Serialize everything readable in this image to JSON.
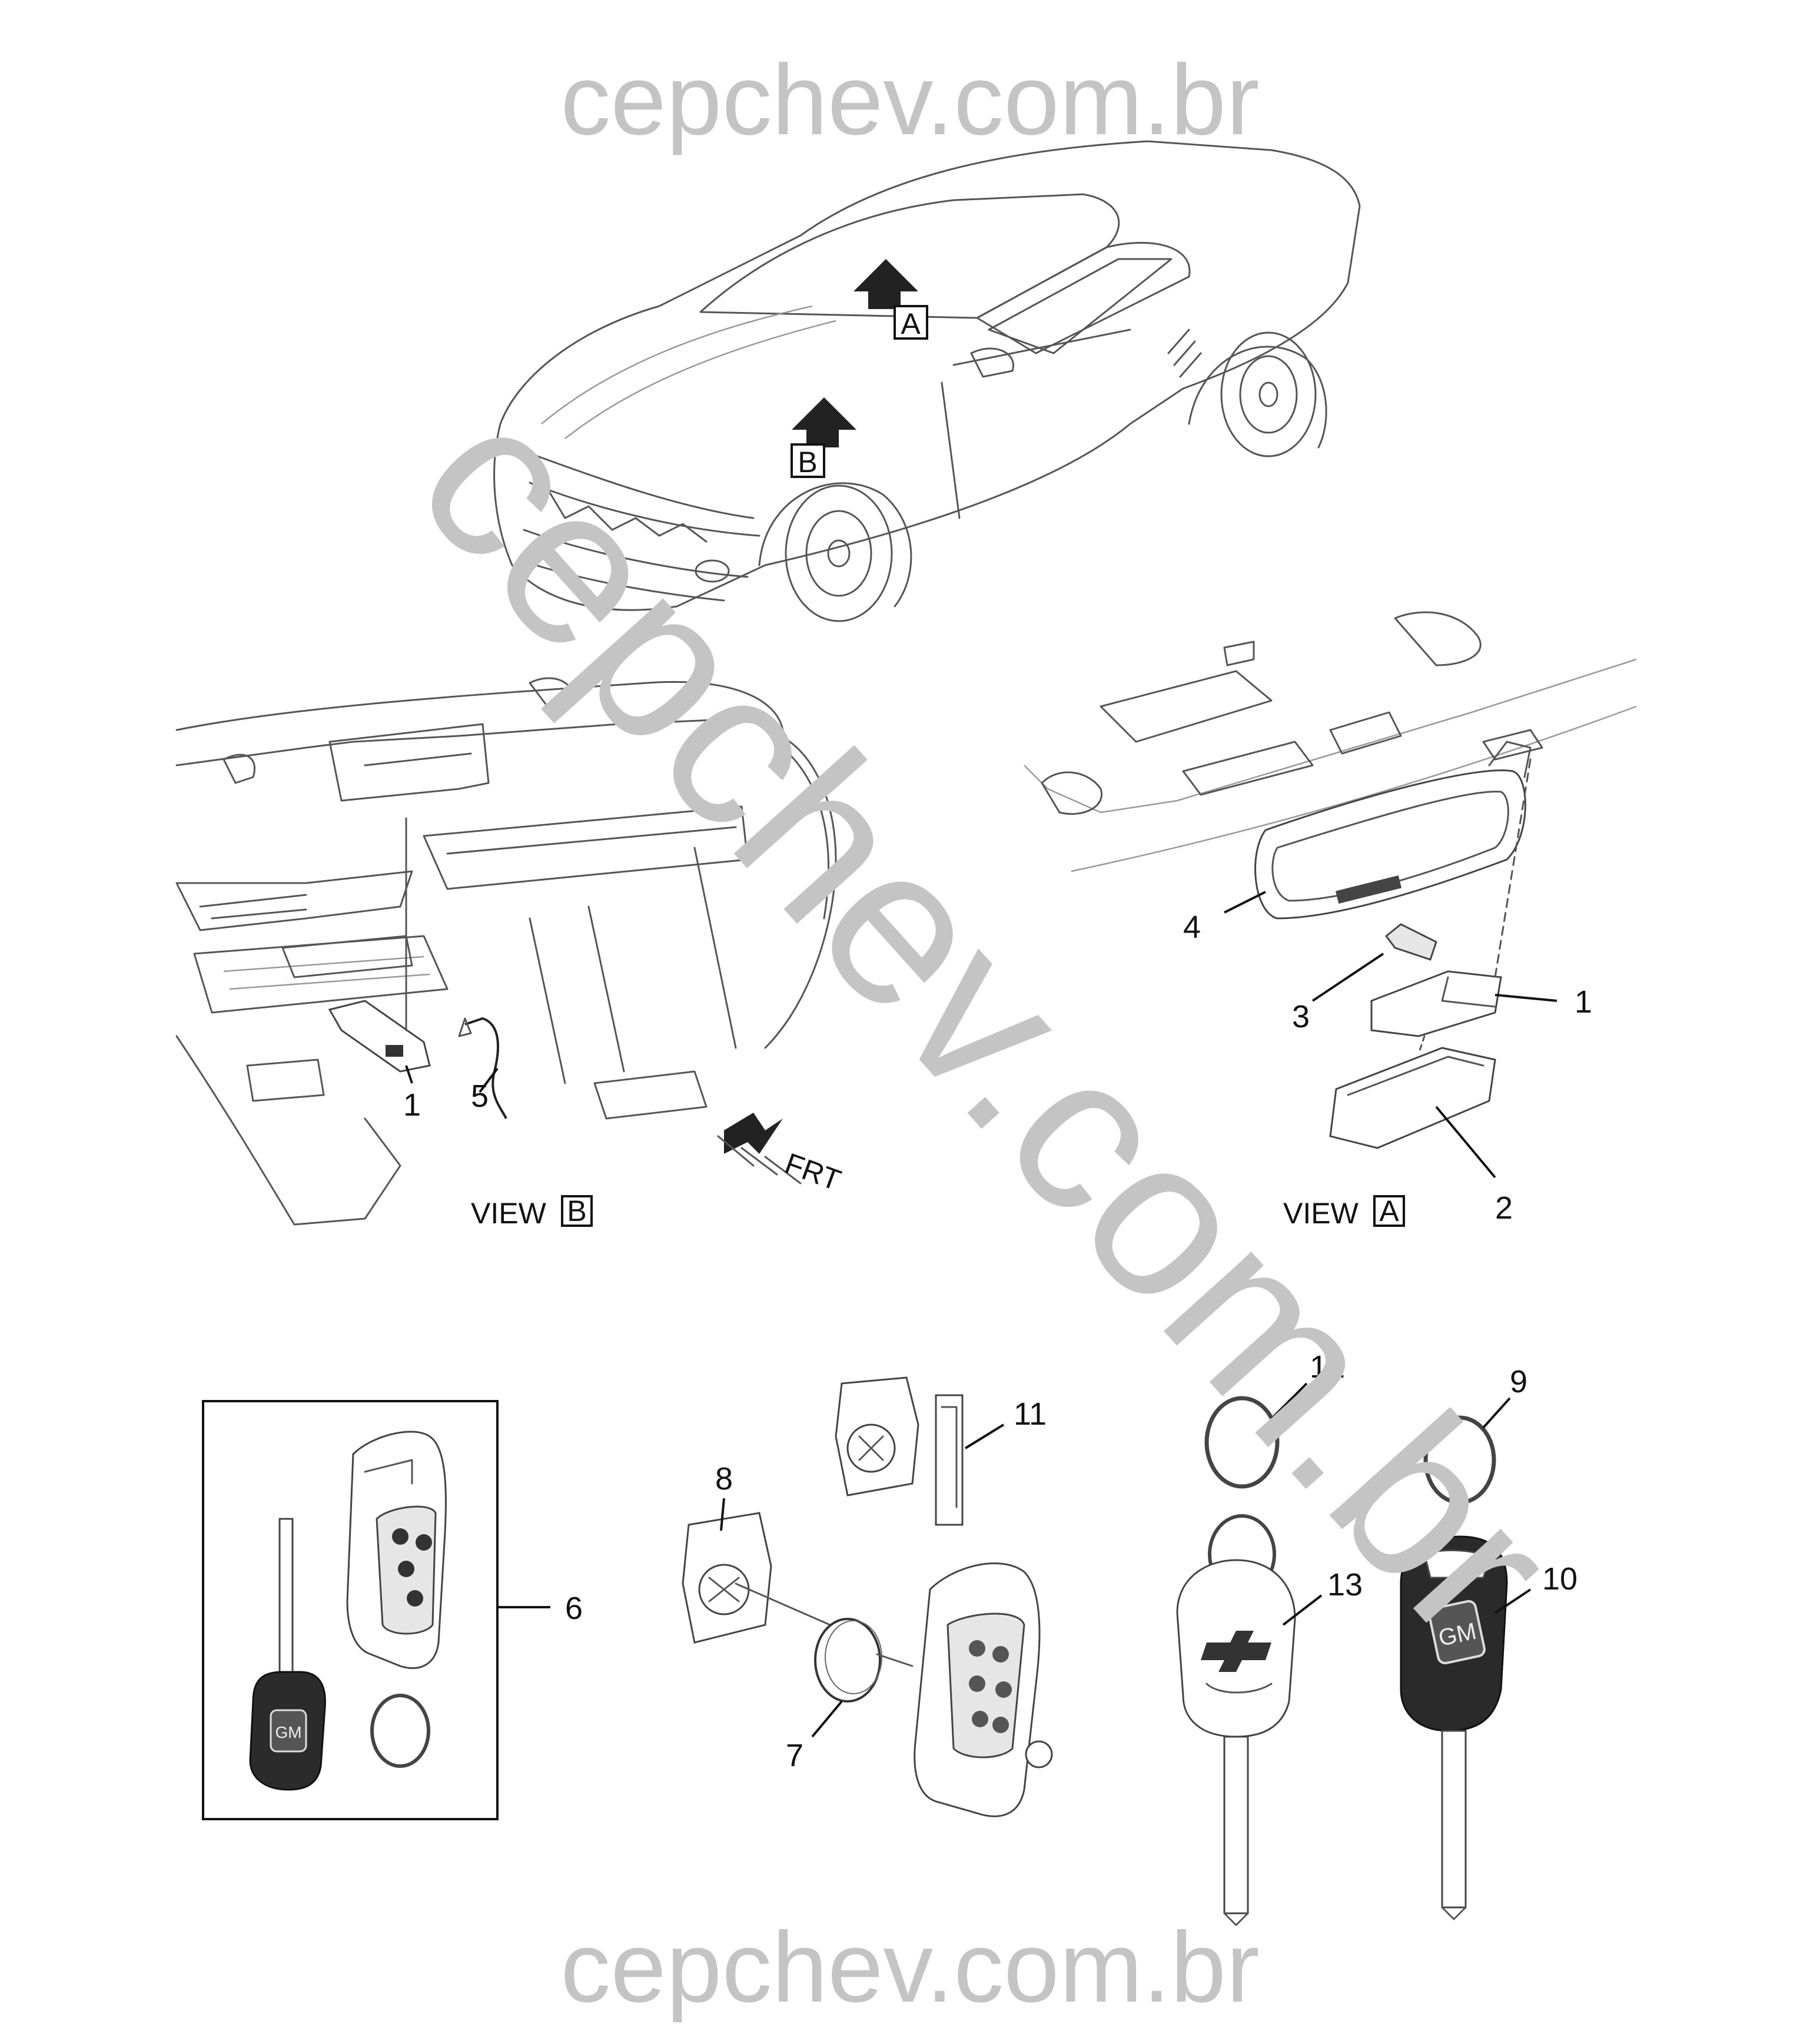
{
  "watermark": {
    "top": "cepchev.com.br",
    "bottom": "cepchev.com.br",
    "diagonal": "cepchev.com.br"
  },
  "vehicle": {
    "view_markers": {
      "a": "A",
      "b": "B"
    }
  },
  "views": {
    "view_b": {
      "label": "VIEW",
      "letter": "B",
      "direction": "FRT"
    },
    "view_a": {
      "label": "VIEW",
      "letter": "A"
    }
  },
  "callouts": {
    "n1_left": "1",
    "n5": "5",
    "n4": "4",
    "n3": "3",
    "n1_right": "1",
    "n2": "2",
    "n6": "6",
    "n7": "7",
    "n8": "8",
    "n9": "9",
    "n10": "10",
    "n11": "11",
    "n12": "12",
    "n13": "13"
  },
  "logos": {
    "gm": "GM"
  },
  "colors": {
    "watermark": "#c4c4c4",
    "line_art": "#555555",
    "callout_text": "#111111"
  }
}
